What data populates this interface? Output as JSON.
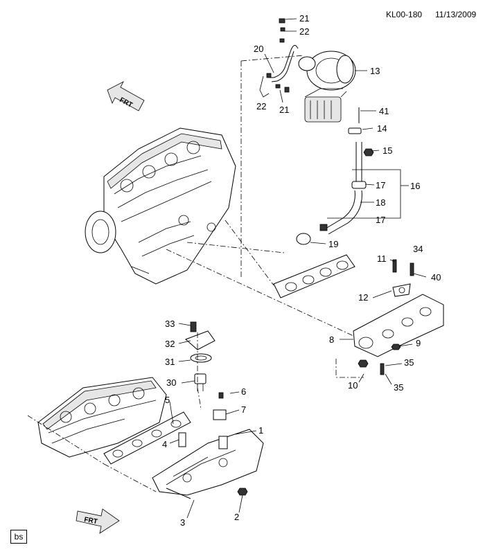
{
  "header": {
    "doc_id": "KL00-180",
    "date": "11/13/2009"
  },
  "arrows": {
    "top_label": "FRT",
    "bottom_label": "FRT"
  },
  "footer": {
    "code": "bs"
  },
  "callouts": [
    "21",
    "22",
    "20",
    "13",
    "22",
    "21",
    "41",
    "14",
    "15",
    "17",
    "16",
    "18",
    "17",
    "19",
    "11",
    "34",
    "40",
    "12",
    "9",
    "8",
    "35",
    "10",
    "35",
    "33",
    "32",
    "31",
    "30",
    "6",
    "7",
    "5",
    "1",
    "4",
    "2",
    "3"
  ]
}
